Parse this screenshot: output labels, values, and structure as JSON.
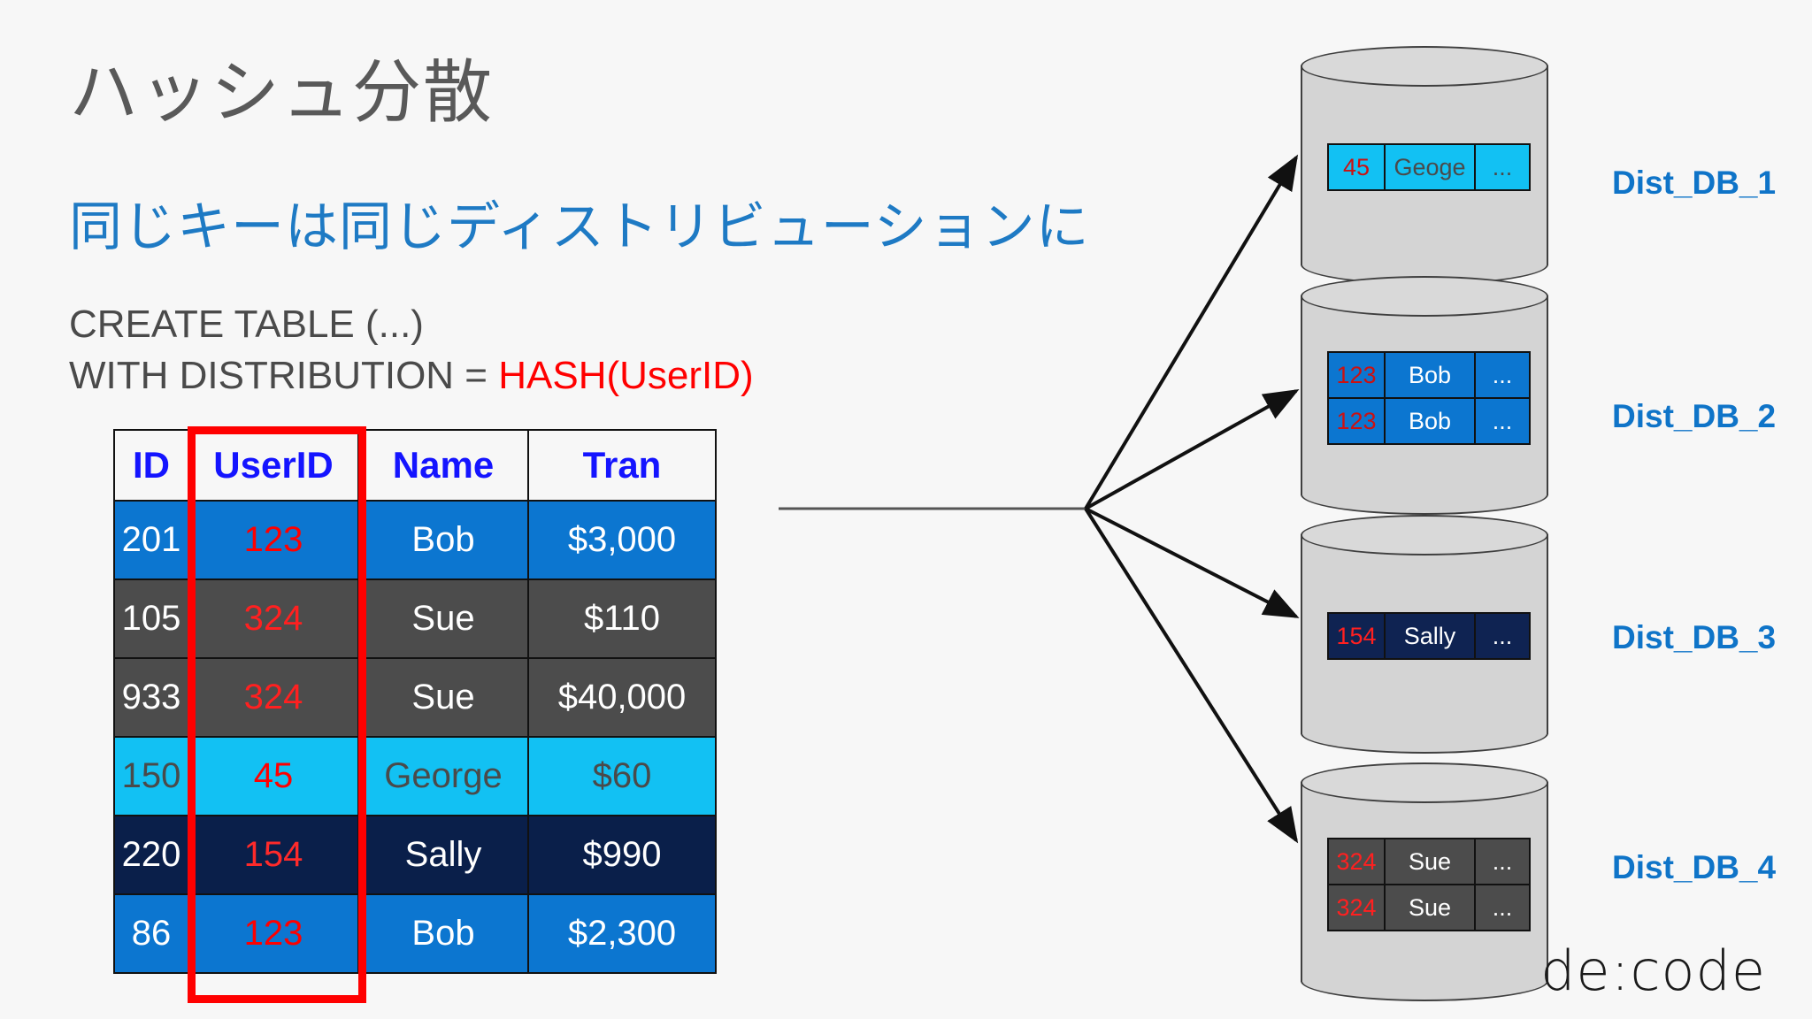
{
  "slide": {
    "title": "ハッシュ分散",
    "subtitle": "同じキーは同じディストリビューションに",
    "logo": "de:code"
  },
  "code": {
    "line1": "CREATE TABLE (...)",
    "line2_prefix": "WITH DISTRIBUTION = ",
    "line2_hash": "HASH(UserID)"
  },
  "source_table": {
    "headers": [
      "ID",
      "UserID",
      "Name",
      "Tran"
    ],
    "rows": [
      {
        "style": "r-blue",
        "id": "201",
        "userid": "123",
        "name": "Bob",
        "tran": "$3,000"
      },
      {
        "style": "r-gray",
        "id": "105",
        "userid": "324",
        "name": "Sue",
        "tran": "$110"
      },
      {
        "style": "r-gray",
        "id": "933",
        "userid": "324",
        "name": "Sue",
        "tran": "$40,000"
      },
      {
        "style": "r-cyan",
        "id": "150",
        "userid": "45",
        "name": "George",
        "tran": "$60"
      },
      {
        "style": "r-navy",
        "id": "220",
        "userid": "154",
        "name": "Sally",
        "tran": "$990"
      },
      {
        "style": "r-blue",
        "id": "86",
        "userid": "123",
        "name": "Bob",
        "tran": "$2,300"
      }
    ]
  },
  "distributions": [
    {
      "label": "Dist_DB_1",
      "rows": [
        {
          "style": "m-cyan",
          "key": "45",
          "name": "Geoge",
          "more": "..."
        }
      ]
    },
    {
      "label": "Dist_DB_2",
      "rows": [
        {
          "style": "m-blue",
          "key": "123",
          "name": "Bob",
          "more": "..."
        },
        {
          "style": "m-blue",
          "key": "123",
          "name": "Bob",
          "more": "..."
        }
      ]
    },
    {
      "label": "Dist_DB_3",
      "rows": [
        {
          "style": "m-navy",
          "key": "154",
          "name": "Sally",
          "more": "..."
        }
      ]
    },
    {
      "label": "Dist_DB_4",
      "rows": [
        {
          "style": "m-gray",
          "key": "324",
          "name": "Sue",
          "more": "..."
        },
        {
          "style": "m-gray",
          "key": "324",
          "name": "Sue",
          "more": "..."
        }
      ]
    }
  ],
  "colors": {
    "accent_blue": "#0f74c8",
    "title_gray": "#595959",
    "highlight_red": "#ff0000",
    "row_blue": "#0c76d0",
    "row_gray": "#4c4c4c",
    "row_cyan": "#12c1f3",
    "row_navy": "#0a1f4a"
  }
}
